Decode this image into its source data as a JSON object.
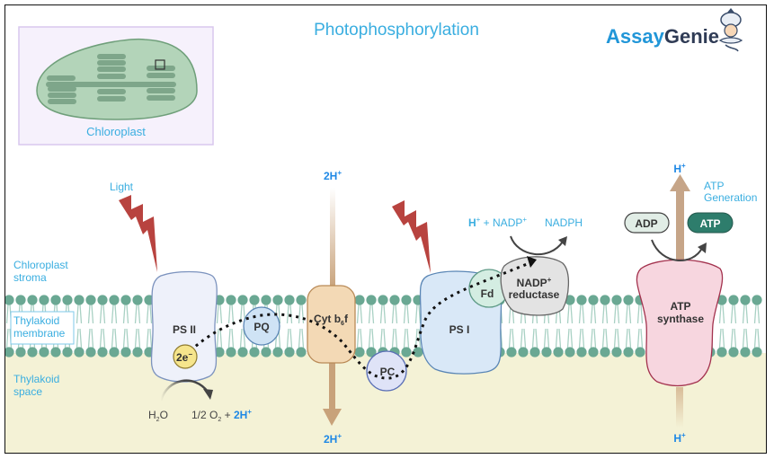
{
  "title": "Photophosphorylation",
  "logo": {
    "part1": "Assay",
    "part2": "Genie",
    "mascot": "genie-mascot-icon"
  },
  "inset": {
    "label": "Chloroplast"
  },
  "regions": {
    "stroma": [
      "Chloroplast",
      "stroma"
    ],
    "membrane": [
      "Thylakoid",
      "membrane"
    ],
    "space": [
      "Thylakoid",
      "space"
    ]
  },
  "light_label": "Light",
  "complexes": {
    "ps2": "PS II",
    "pq": "PQ",
    "cyt": "Cyt b",
    "cyt_sub": "6",
    "cyt_tail": "f",
    "pc": "PC",
    "ps1": "PS I",
    "fd": "Fd",
    "nadp_reductase": [
      "NADP",
      "reductase"
    ],
    "atp_synthase": [
      "ATP",
      "synthase"
    ],
    "electron": "2e",
    "electron_sup": "−"
  },
  "reactions": {
    "water": "H",
    "water_sub": "2",
    "water_tail": "O",
    "oxygen": "1/2 O",
    "oxygen_sub": "2",
    "oxygen_plus": " + ",
    "protons_out": "2H",
    "cyt_top": "2H",
    "cyt_bottom": "2H",
    "nadp_reactant": "H",
    "nadp_reactant_mid": " + NADP",
    "nadph": "NADPH",
    "adp": "ADP",
    "atp": "ATP",
    "atp_generation": [
      "ATP",
      "Generation"
    ],
    "synthase_top": "H",
    "synthase_bottom": "H",
    "plus_sup": "+"
  },
  "colors": {
    "accent_text": "#3aaee0",
    "proton_blue": "#1e88e5",
    "lipid_head": "#6aa893",
    "lightning": "#b8433f",
    "thylakoid_space": "#f4f2d6",
    "ps2_fill": "#eef1fa",
    "pq_fill": "#cfe3f5",
    "cyt_fill": "#f3d9b5",
    "pc_fill": "#dfe3f7",
    "ps1_fill": "#d9e8f7",
    "fd_fill": "#d4ede2",
    "nadp_fill": "#e3e3e3",
    "atp_synthase_fill": "#f7d6df",
    "atp_badge": "#2e7d6c",
    "adp_badge": "#e1ede6"
  }
}
